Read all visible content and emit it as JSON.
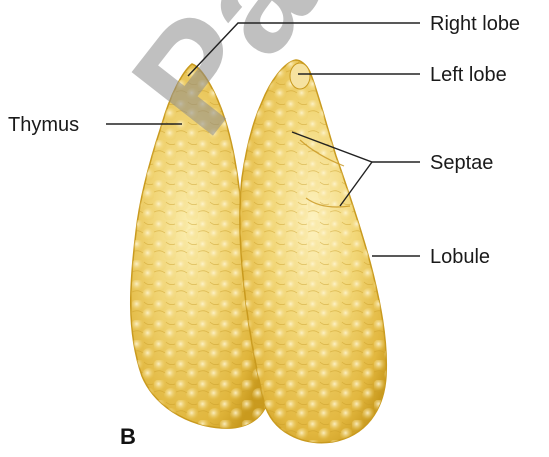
{
  "labels": {
    "right_lobe": "Right lobe",
    "left_lobe": "Left lobe",
    "thymus": "Thymus",
    "septae": "Septae",
    "lobule": "Lobule"
  },
  "panel_letter": "B",
  "colors": {
    "gland_base": "#e9c44a",
    "gland_light": "#fbeeb0",
    "gland_shadow": "#c99a1e",
    "watermark": "#8c8c8c"
  }
}
